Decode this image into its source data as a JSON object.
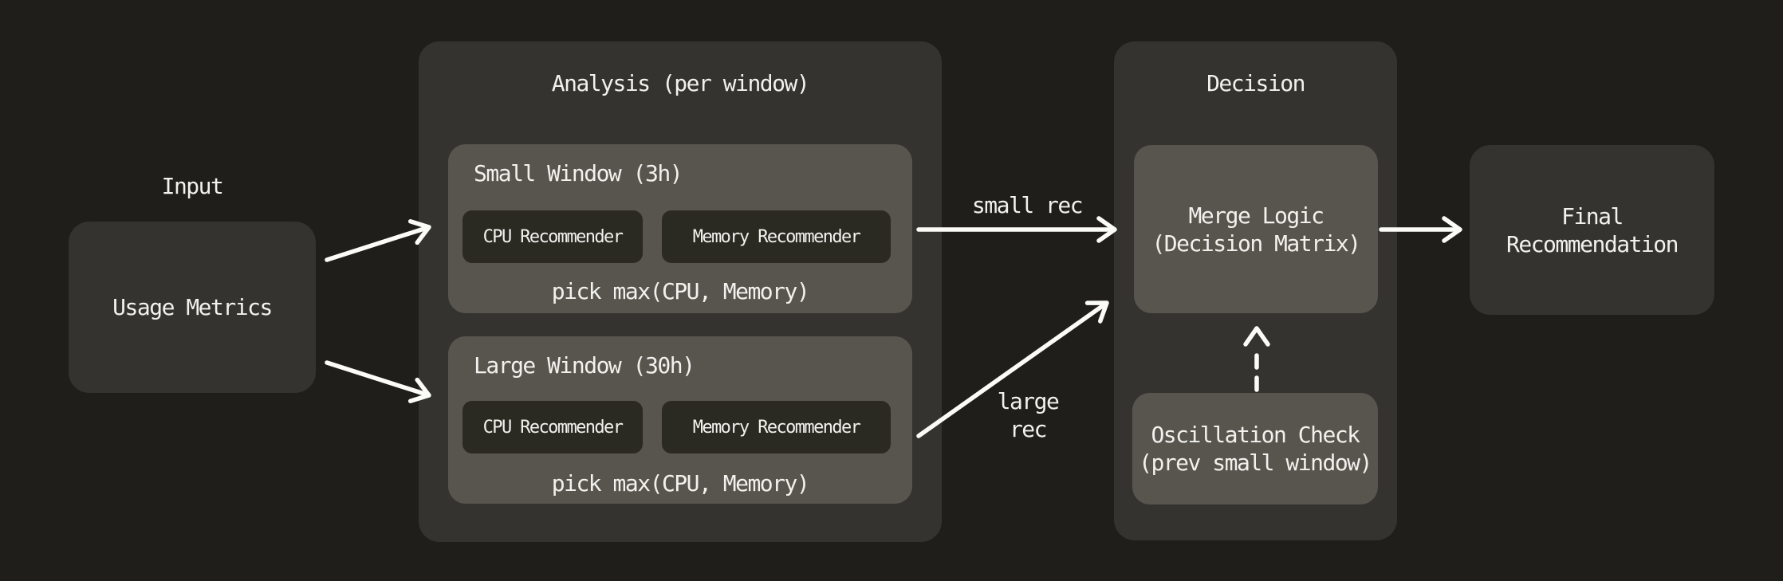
{
  "colors": {
    "background": "#1f1e1a",
    "container": "#34332f",
    "node": "#57554e",
    "subnode": "#2a2922",
    "text": "#f2f1ed",
    "arrow": "#fbfbf8"
  },
  "input": {
    "label": "Input",
    "node": "Usage Metrics"
  },
  "analysis": {
    "title": "Analysis (per window)",
    "windows": [
      {
        "title": "Small Window (3h)",
        "cpu": "CPU Recommender",
        "memory": "Memory Recommender",
        "footer": "pick max(CPU, Memory)"
      },
      {
        "title": "Large Window (30h)",
        "cpu": "CPU Recommender",
        "memory": "Memory Recommender",
        "footer": "pick max(CPU, Memory)"
      }
    ]
  },
  "edges": {
    "small_rec": "small rec",
    "large_rec": "large\nrec"
  },
  "decision": {
    "title": "Decision",
    "merge": "Merge Logic\n(Decision Matrix)",
    "oscillation": "Oscillation Check\n(prev small window)"
  },
  "output": {
    "node": "Final\nRecommendation"
  }
}
